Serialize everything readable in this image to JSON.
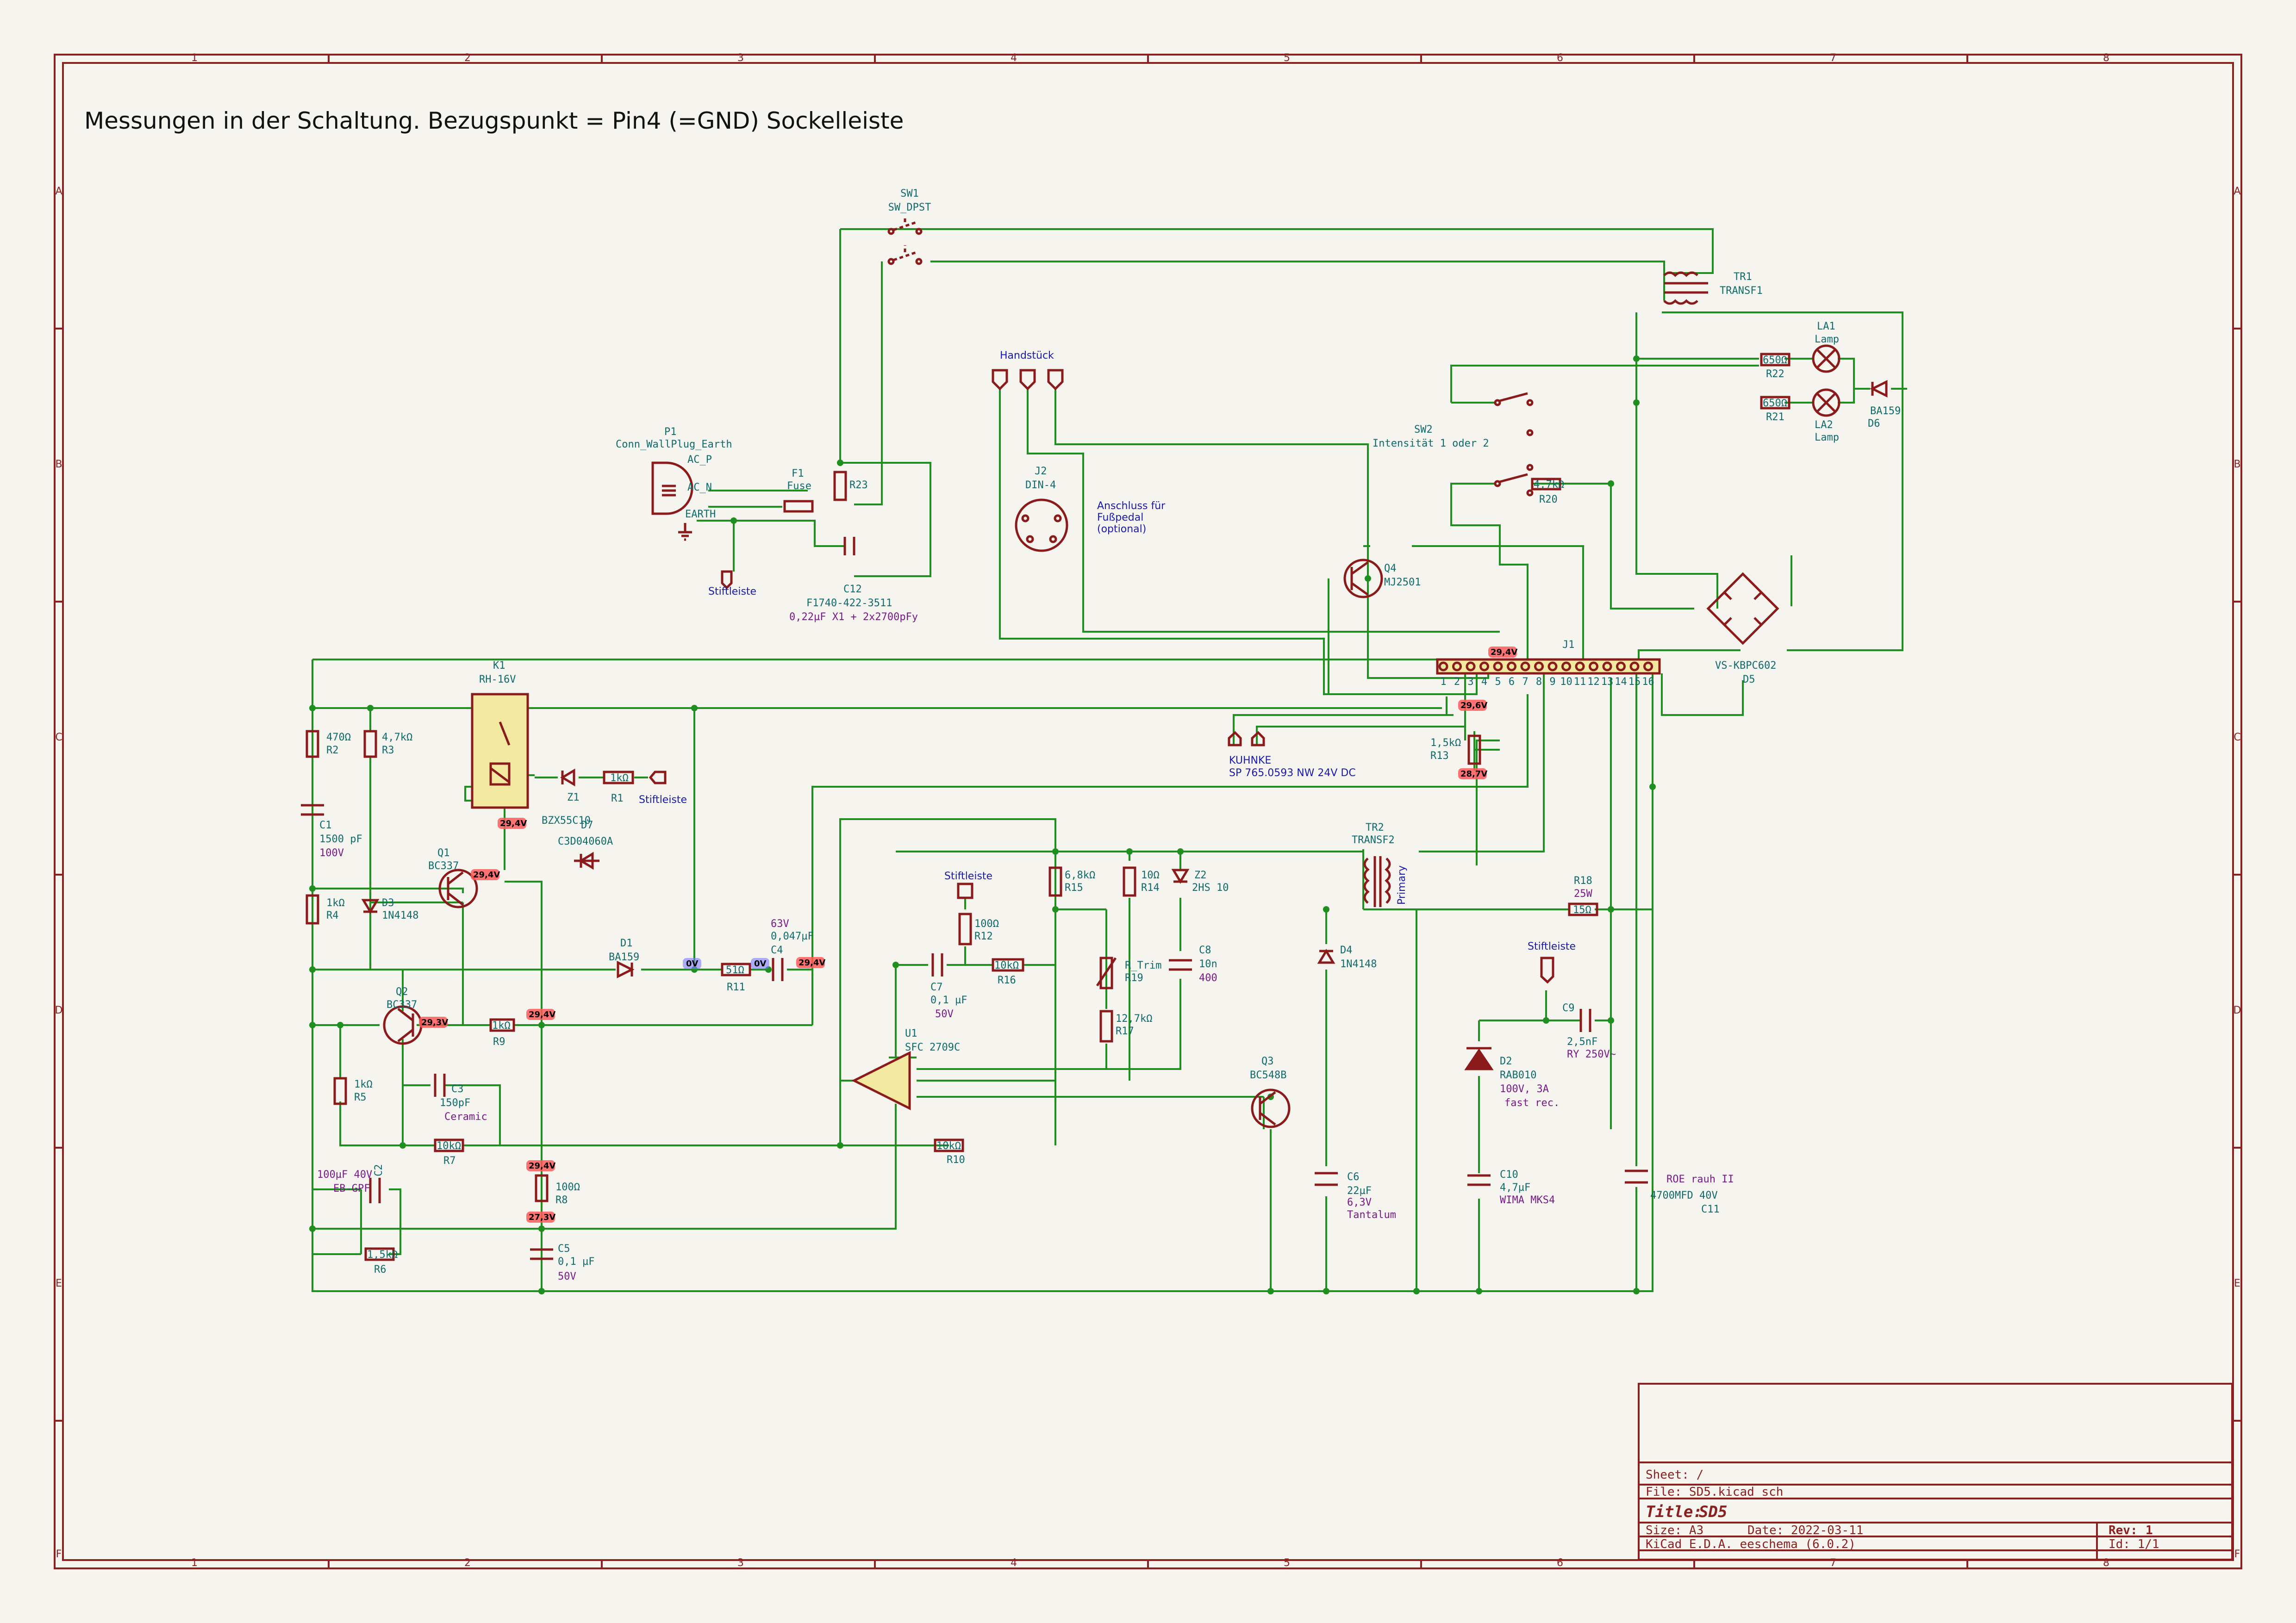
{
  "heading": "Messungen in der Schaltung. Bezugspunkt = Pin4 (=GND) Sockelleiste",
  "grid": {
    "cols": [
      "1",
      "2",
      "3",
      "4",
      "5",
      "6",
      "7",
      "8"
    ],
    "rows": [
      "A",
      "B",
      "C",
      "D",
      "E",
      "F"
    ]
  },
  "components": {
    "sw1": {
      "ref": "SW1",
      "value": "SW_DPST"
    },
    "tr1": {
      "ref": "TR1",
      "value": "TRANSF1"
    },
    "la1": {
      "ref": "LA1",
      "value": "Lamp"
    },
    "la2": {
      "ref": "LA2",
      "value": "Lamp"
    },
    "r22": {
      "ref": "R22",
      "value": "650Ω"
    },
    "r21": {
      "ref": "R21",
      "value": "650Ω"
    },
    "d6": {
      "ref": "D6",
      "value": "BA159"
    },
    "sw2": {
      "ref": "SW2",
      "value": "Intensität 1 oder 2"
    },
    "r20": {
      "ref": "R20",
      "value": "4,7kΩ"
    },
    "handstueck": "Handstück",
    "j2": {
      "ref": "J2",
      "value": "DIN-4"
    },
    "anschluss": [
      "Anschluss für",
      "Fußpedal",
      "(optional)"
    ],
    "p1": {
      "ref": "P1",
      "value": "Conn_WallPlug_Earth"
    },
    "p1pins": [
      "AC_P",
      "AC_N",
      "EARTH"
    ],
    "f1": {
      "ref": "F1",
      "value": "Fuse"
    },
    "r23": {
      "ref": "R23"
    },
    "c12": {
      "ref": "C12",
      "value": "F1740-422-3511",
      "note": "0,22µF X1 + 2x2700pFy"
    },
    "stift1": "Stiftleiste",
    "q4": {
      "ref": "Q4",
      "value": "MJ2501"
    },
    "d5": {
      "ref": "D5",
      "value": "VS-KBPC602"
    },
    "j1": {
      "ref": "J1"
    },
    "k1": {
      "ref": "K1",
      "value": "RH-16V"
    },
    "r2": {
      "ref": "R2",
      "value": "470Ω"
    },
    "r3": {
      "ref": "R3",
      "value": "4,7kΩ"
    },
    "c1": {
      "ref": "C1",
      "value": "1500 pF",
      "note": "100V"
    },
    "z1": {
      "ref": "Z1",
      "value": "BZX55C10"
    },
    "r1": {
      "ref": "R1",
      "value": "1kΩ"
    },
    "stift2": "Stiftleiste",
    "d7": {
      "ref": "D7",
      "value": "C3D04060A"
    },
    "kuhnke": [
      "KUHNKE",
      "SP 765.0593 NW 24V DC"
    ],
    "r13": {
      "ref": "R13",
      "value": "1,5kΩ"
    },
    "q1": {
      "ref": "Q1",
      "value": "BC337"
    },
    "r4": {
      "ref": "R4",
      "value": "1kΩ"
    },
    "d3": {
      "ref": "D3",
      "value": "1N4148"
    },
    "d1": {
      "ref": "D1",
      "value": "BA159"
    },
    "r11": {
      "ref": "R11",
      "value": "51Ω"
    },
    "c4": {
      "ref": "C4",
      "value": "0,047µF",
      "note": "63V"
    },
    "q2": {
      "ref": "Q2",
      "value": "BC337"
    },
    "r9": {
      "ref": "R9",
      "value": "1kΩ"
    },
    "r5": {
      "ref": "R5",
      "value": "1kΩ"
    },
    "c3": {
      "ref": "C3",
      "value": "150pF",
      "note": "Ceramic"
    },
    "r7": {
      "ref": "R7",
      "value": "10kΩ"
    },
    "c2": {
      "ref": "C2",
      "value": "100µF 40V",
      "note": "EB-GPF"
    },
    "r6": {
      "ref": "R6",
      "value": "1,5kΩ"
    },
    "r8": {
      "ref": "R8",
      "value": "100Ω"
    },
    "c5": {
      "ref": "C5",
      "value": "0,1 µF",
      "note": "50V"
    },
    "stift3": "Stiftleiste",
    "r12": {
      "ref": "R12",
      "value": "100Ω"
    },
    "c7": {
      "ref": "C7",
      "value": "0,1 µF",
      "note": "50V"
    },
    "r16": {
      "ref": "R16",
      "value": "10kΩ"
    },
    "u1": {
      "ref": "U1",
      "value": "SFC 2709C"
    },
    "r10": {
      "ref": "R10",
      "value": "10kΩ"
    },
    "r15": {
      "ref": "R15",
      "value": "6,8kΩ"
    },
    "r14": {
      "ref": "R14",
      "value": "10Ω"
    },
    "z2": {
      "ref": "Z2",
      "value": "2HS 10"
    },
    "r19": {
      "ref": "R19",
      "value": "R_Trim"
    },
    "r17": {
      "ref": "R17",
      "value": "12,7kΩ"
    },
    "c8": {
      "ref": "C8",
      "value": "10n",
      "note": "400"
    },
    "tr2": {
      "ref": "TR2",
      "value": "TRANSF2",
      "primary": "Primary"
    },
    "d4": {
      "ref": "D4",
      "value": "1N4148"
    },
    "q3": {
      "ref": "Q3",
      "value": "BC548B"
    },
    "c6": {
      "ref": "C6",
      "value": "22µF",
      "note": "6,3V",
      "note2": "Tantalum"
    },
    "r18": {
      "ref": "R18",
      "value": "25W",
      "res": "15Ω"
    },
    "stift4": "Stiftleiste",
    "c9": {
      "ref": "C9",
      "value": "2,5nF",
      "note": "RY 250V~"
    },
    "d2": {
      "ref": "D2",
      "value": "RAB010",
      "note": "100V, 3A",
      "note2": "fast rec."
    },
    "c10": {
      "ref": "C10",
      "value": "4,7µF",
      "note": "WIMA MKS4"
    },
    "c11": {
      "ref": "C11",
      "value": "ROE rauh II",
      "note": "4700MFD 40V"
    }
  },
  "measurements": {
    "j1_top": "29,4V",
    "j1_bottom": "29,6V",
    "r13": "28,7V",
    "k1": "29,4V",
    "q1": "29,4V",
    "c4_left": "0V",
    "c4_mid": "0V",
    "c4_right": "29,4V",
    "q2": "29,3V",
    "r9": "29,4V",
    "r8_top": "29,4V",
    "r8_bottom": "27,3V"
  },
  "title_block": {
    "sheet": "Sheet: /",
    "file": "File: SD5.kicad_sch",
    "title_label": "Title:",
    "title": "SD5",
    "size": "Size: A3",
    "date": "Date: 2022-03-11",
    "rev_label": "Rev:",
    "rev": "1",
    "tool": "KiCad E.D.A.  eeschema (6.0.2)",
    "id": "Id: 1/1"
  }
}
